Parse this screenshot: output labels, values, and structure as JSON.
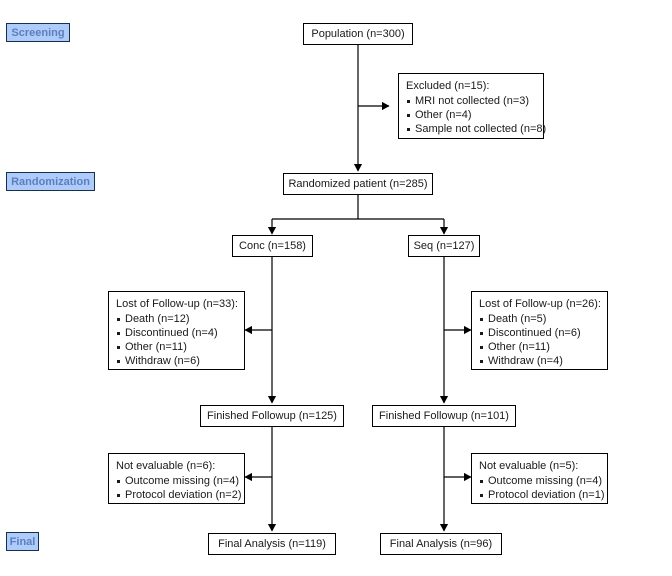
{
  "diagram": {
    "title": "CONSORT participant flow diagram",
    "colors": {
      "phase_fill": "#aecbfa",
      "phase_border": "#16304f",
      "phase_text": "#5b7fbe",
      "node_border": "#000000",
      "node_fill": "#ffffff",
      "connector": "#000000"
    }
  },
  "phases": [
    {
      "id": "screening",
      "label": "Screening"
    },
    {
      "id": "randomization",
      "label": "Randomization"
    },
    {
      "id": "final",
      "label": "Final"
    }
  ],
  "nodes": {
    "population": {
      "label": "Population (n=300)"
    },
    "excluded": {
      "head": "Excluded (n=15):",
      "items": [
        "MRI not collected (n=3)",
        "Other (n=4)",
        "Sample not collected (n=8)"
      ]
    },
    "randomized": {
      "label": "Randomized patient (n=285)"
    },
    "arm_conc": {
      "label": "Conc (n=158)"
    },
    "arm_seq": {
      "label": "Seq (n=127)"
    },
    "lost_conc": {
      "head": "Lost of Follow-up (n=33):",
      "items": [
        "Death (n=12)",
        "Discontinued (n=4)",
        "Other (n=11)",
        "Withdraw (n=6)"
      ]
    },
    "lost_seq": {
      "head": "Lost of Follow-up (n=26):",
      "items": [
        "Death (n=5)",
        "Discontinued (n=6)",
        "Other (n=11)",
        "Withdraw (n=4)"
      ]
    },
    "finished_conc": {
      "label": "Finished Followup (n=125)"
    },
    "finished_seq": {
      "label": "Finished Followup (n=101)"
    },
    "noteval_conc": {
      "head": "Not evaluable (n=6):",
      "items": [
        "Outcome missing (n=4)",
        "Protocol deviation (n=2)"
      ]
    },
    "noteval_seq": {
      "head": "Not evaluable (n=5):",
      "items": [
        "Outcome missing (n=4)",
        "Protocol deviation (n=1)"
      ]
    },
    "final_conc": {
      "label": "Final Analysis (n=119)"
    },
    "final_seq": {
      "label": "Final Analysis (n=96)"
    }
  },
  "chart_data": {
    "type": "diagram",
    "title": "CONSORT participant flow diagram",
    "flow": [
      {
        "stage": "Population",
        "n": 300
      },
      {
        "stage": "Excluded",
        "n": 15,
        "reasons": [
          {
            "reason": "MRI not collected",
            "n": 3
          },
          {
            "reason": "Other",
            "n": 4
          },
          {
            "reason": "Sample not collected",
            "n": 8
          }
        ]
      },
      {
        "stage": "Randomized patient",
        "n": 285
      },
      {
        "stage": "Conc",
        "n": 158
      },
      {
        "stage": "Seq",
        "n": 127
      },
      {
        "stage": "Lost of Follow-up (Conc)",
        "n": 33,
        "reasons": [
          {
            "reason": "Death",
            "n": 12
          },
          {
            "reason": "Discontinued",
            "n": 4
          },
          {
            "reason": "Other",
            "n": 11
          },
          {
            "reason": "Withdraw",
            "n": 6
          }
        ]
      },
      {
        "stage": "Lost of Follow-up (Seq)",
        "n": 26,
        "reasons": [
          {
            "reason": "Death",
            "n": 5
          },
          {
            "reason": "Discontinued",
            "n": 6
          },
          {
            "reason": "Other",
            "n": 11
          },
          {
            "reason": "Withdraw",
            "n": 4
          }
        ]
      },
      {
        "stage": "Finished Followup (Conc)",
        "n": 125
      },
      {
        "stage": "Finished Followup (Seq)",
        "n": 101
      },
      {
        "stage": "Not evaluable (Conc)",
        "n": 6,
        "reasons": [
          {
            "reason": "Outcome missing",
            "n": 4
          },
          {
            "reason": "Protocol deviation",
            "n": 2
          }
        ]
      },
      {
        "stage": "Not evaluable (Seq)",
        "n": 5,
        "reasons": [
          {
            "reason": "Outcome missing",
            "n": 4
          },
          {
            "reason": "Protocol deviation",
            "n": 1
          }
        ]
      },
      {
        "stage": "Final Analysis (Conc)",
        "n": 119
      },
      {
        "stage": "Final Analysis (Seq)",
        "n": 96
      }
    ],
    "phases": [
      "Screening",
      "Randomization",
      "Final"
    ]
  }
}
